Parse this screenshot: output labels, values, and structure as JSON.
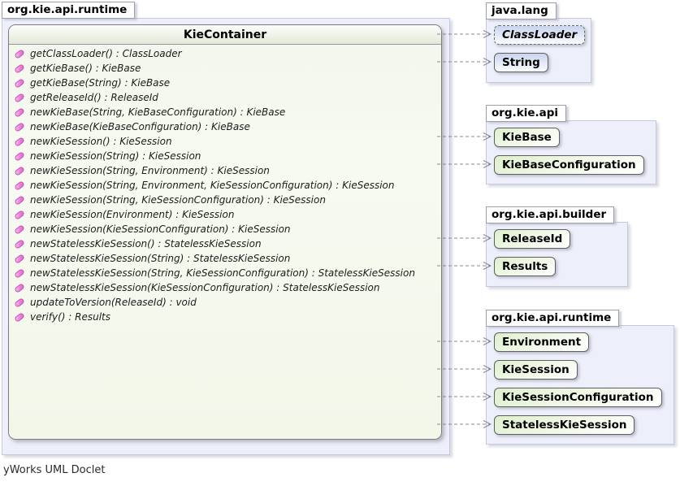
{
  "footer": "yWorks UML Doclet",
  "colors": {
    "package_body": "#edeffb",
    "interface_chip": "#def0cd",
    "class_chip": "#c9d4ee",
    "method_icon_pink": "#dd5fce",
    "arrow_gray": "#8a8a8a",
    "class_box_fill": "#f3f7ea"
  },
  "main_package": {
    "name": "org.kie.api.runtime",
    "class_box": {
      "title": "KieContainer",
      "methods": [
        "getClassLoader() : ClassLoader",
        "getKieBase() : KieBase",
        "getKieBase(String) : KieBase",
        "getReleaseId() : ReleaseId",
        "newKieBase(String, KieBaseConfiguration) : KieBase",
        "newKieBase(KieBaseConfiguration) : KieBase",
        "newKieSession() : KieSession",
        "newKieSession(String) : KieSession",
        "newKieSession(String, Environment) : KieSession",
        "newKieSession(String, Environment, KieSessionConfiguration) : KieSession",
        "newKieSession(String, KieSessionConfiguration) : KieSession",
        "newKieSession(Environment) : KieSession",
        "newKieSession(KieSessionConfiguration) : KieSession",
        "newStatelessKieSession() : StatelessKieSession",
        "newStatelessKieSession(String) : StatelessKieSession",
        "newStatelessKieSession(String, KieSessionConfiguration) : StatelessKieSession",
        "newStatelessKieSession(KieSessionConfiguration) : StatelessKieSession",
        "updateToVersion(ReleaseId) : void",
        "verify() : Results"
      ]
    }
  },
  "packages": [
    {
      "name": "java.lang",
      "classes": [
        {
          "label": "ClassLoader",
          "kind": "abstract-class"
        },
        {
          "label": "String",
          "kind": "class"
        }
      ]
    },
    {
      "name": "org.kie.api",
      "classes": [
        {
          "label": "KieBase",
          "kind": "interface"
        },
        {
          "label": "KieBaseConfiguration",
          "kind": "interface"
        }
      ]
    },
    {
      "name": "org.kie.api.builder",
      "classes": [
        {
          "label": "ReleaseId",
          "kind": "interface"
        },
        {
          "label": "Results",
          "kind": "interface"
        }
      ]
    },
    {
      "name": "org.kie.api.runtime",
      "classes": [
        {
          "label": "Environment",
          "kind": "interface"
        },
        {
          "label": "KieSession",
          "kind": "interface"
        },
        {
          "label": "KieSessionConfiguration",
          "kind": "interface"
        },
        {
          "label": "StatelessKieSession",
          "kind": "interface"
        }
      ]
    }
  ]
}
